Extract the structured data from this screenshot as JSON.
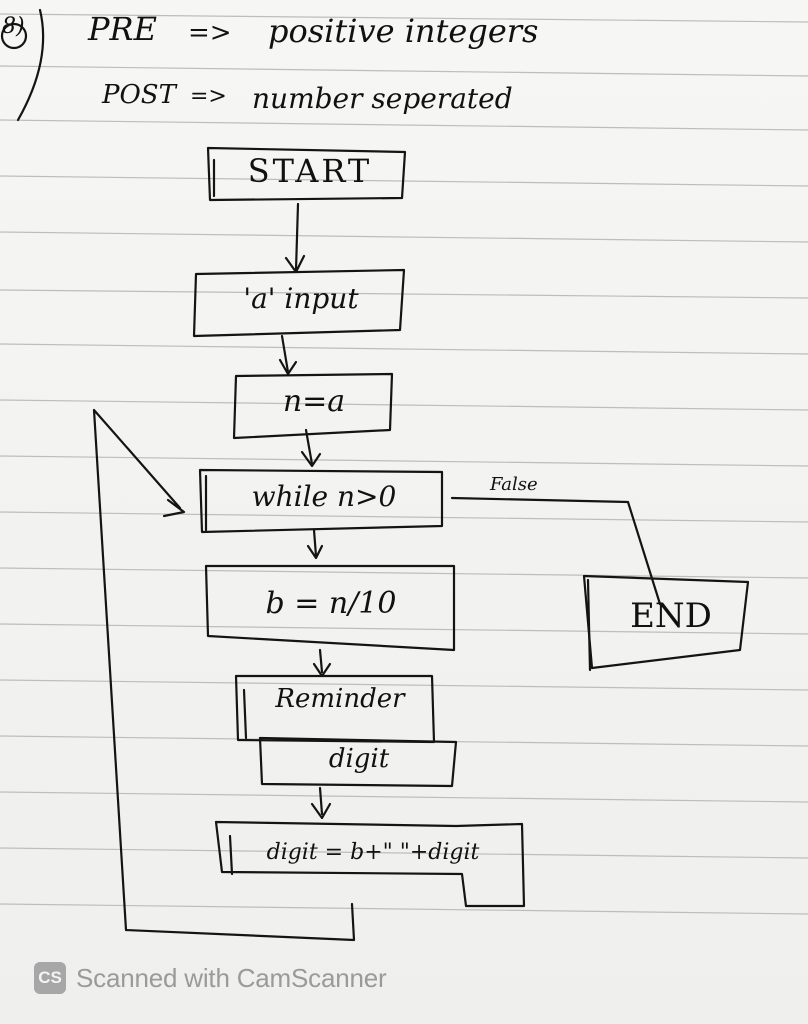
{
  "header": {
    "question_number": "8)",
    "pre_label": "PRE",
    "pre_arrow": "=>",
    "pre_text": "positive integers",
    "post_label": "POST",
    "post_arrow": "=>",
    "post_text": "number seperated"
  },
  "flowchart": {
    "start": "START",
    "input": "'a' input",
    "assign": "n=a",
    "loop": "while n>0",
    "false_label": "False",
    "divide": "b = n/10",
    "remainder": "Reminder",
    "digit": "digit",
    "concat": "digit = b+\" \"+digit",
    "end": "END"
  },
  "watermark": {
    "logo": "CS",
    "text": "Scanned with CamScanner"
  }
}
